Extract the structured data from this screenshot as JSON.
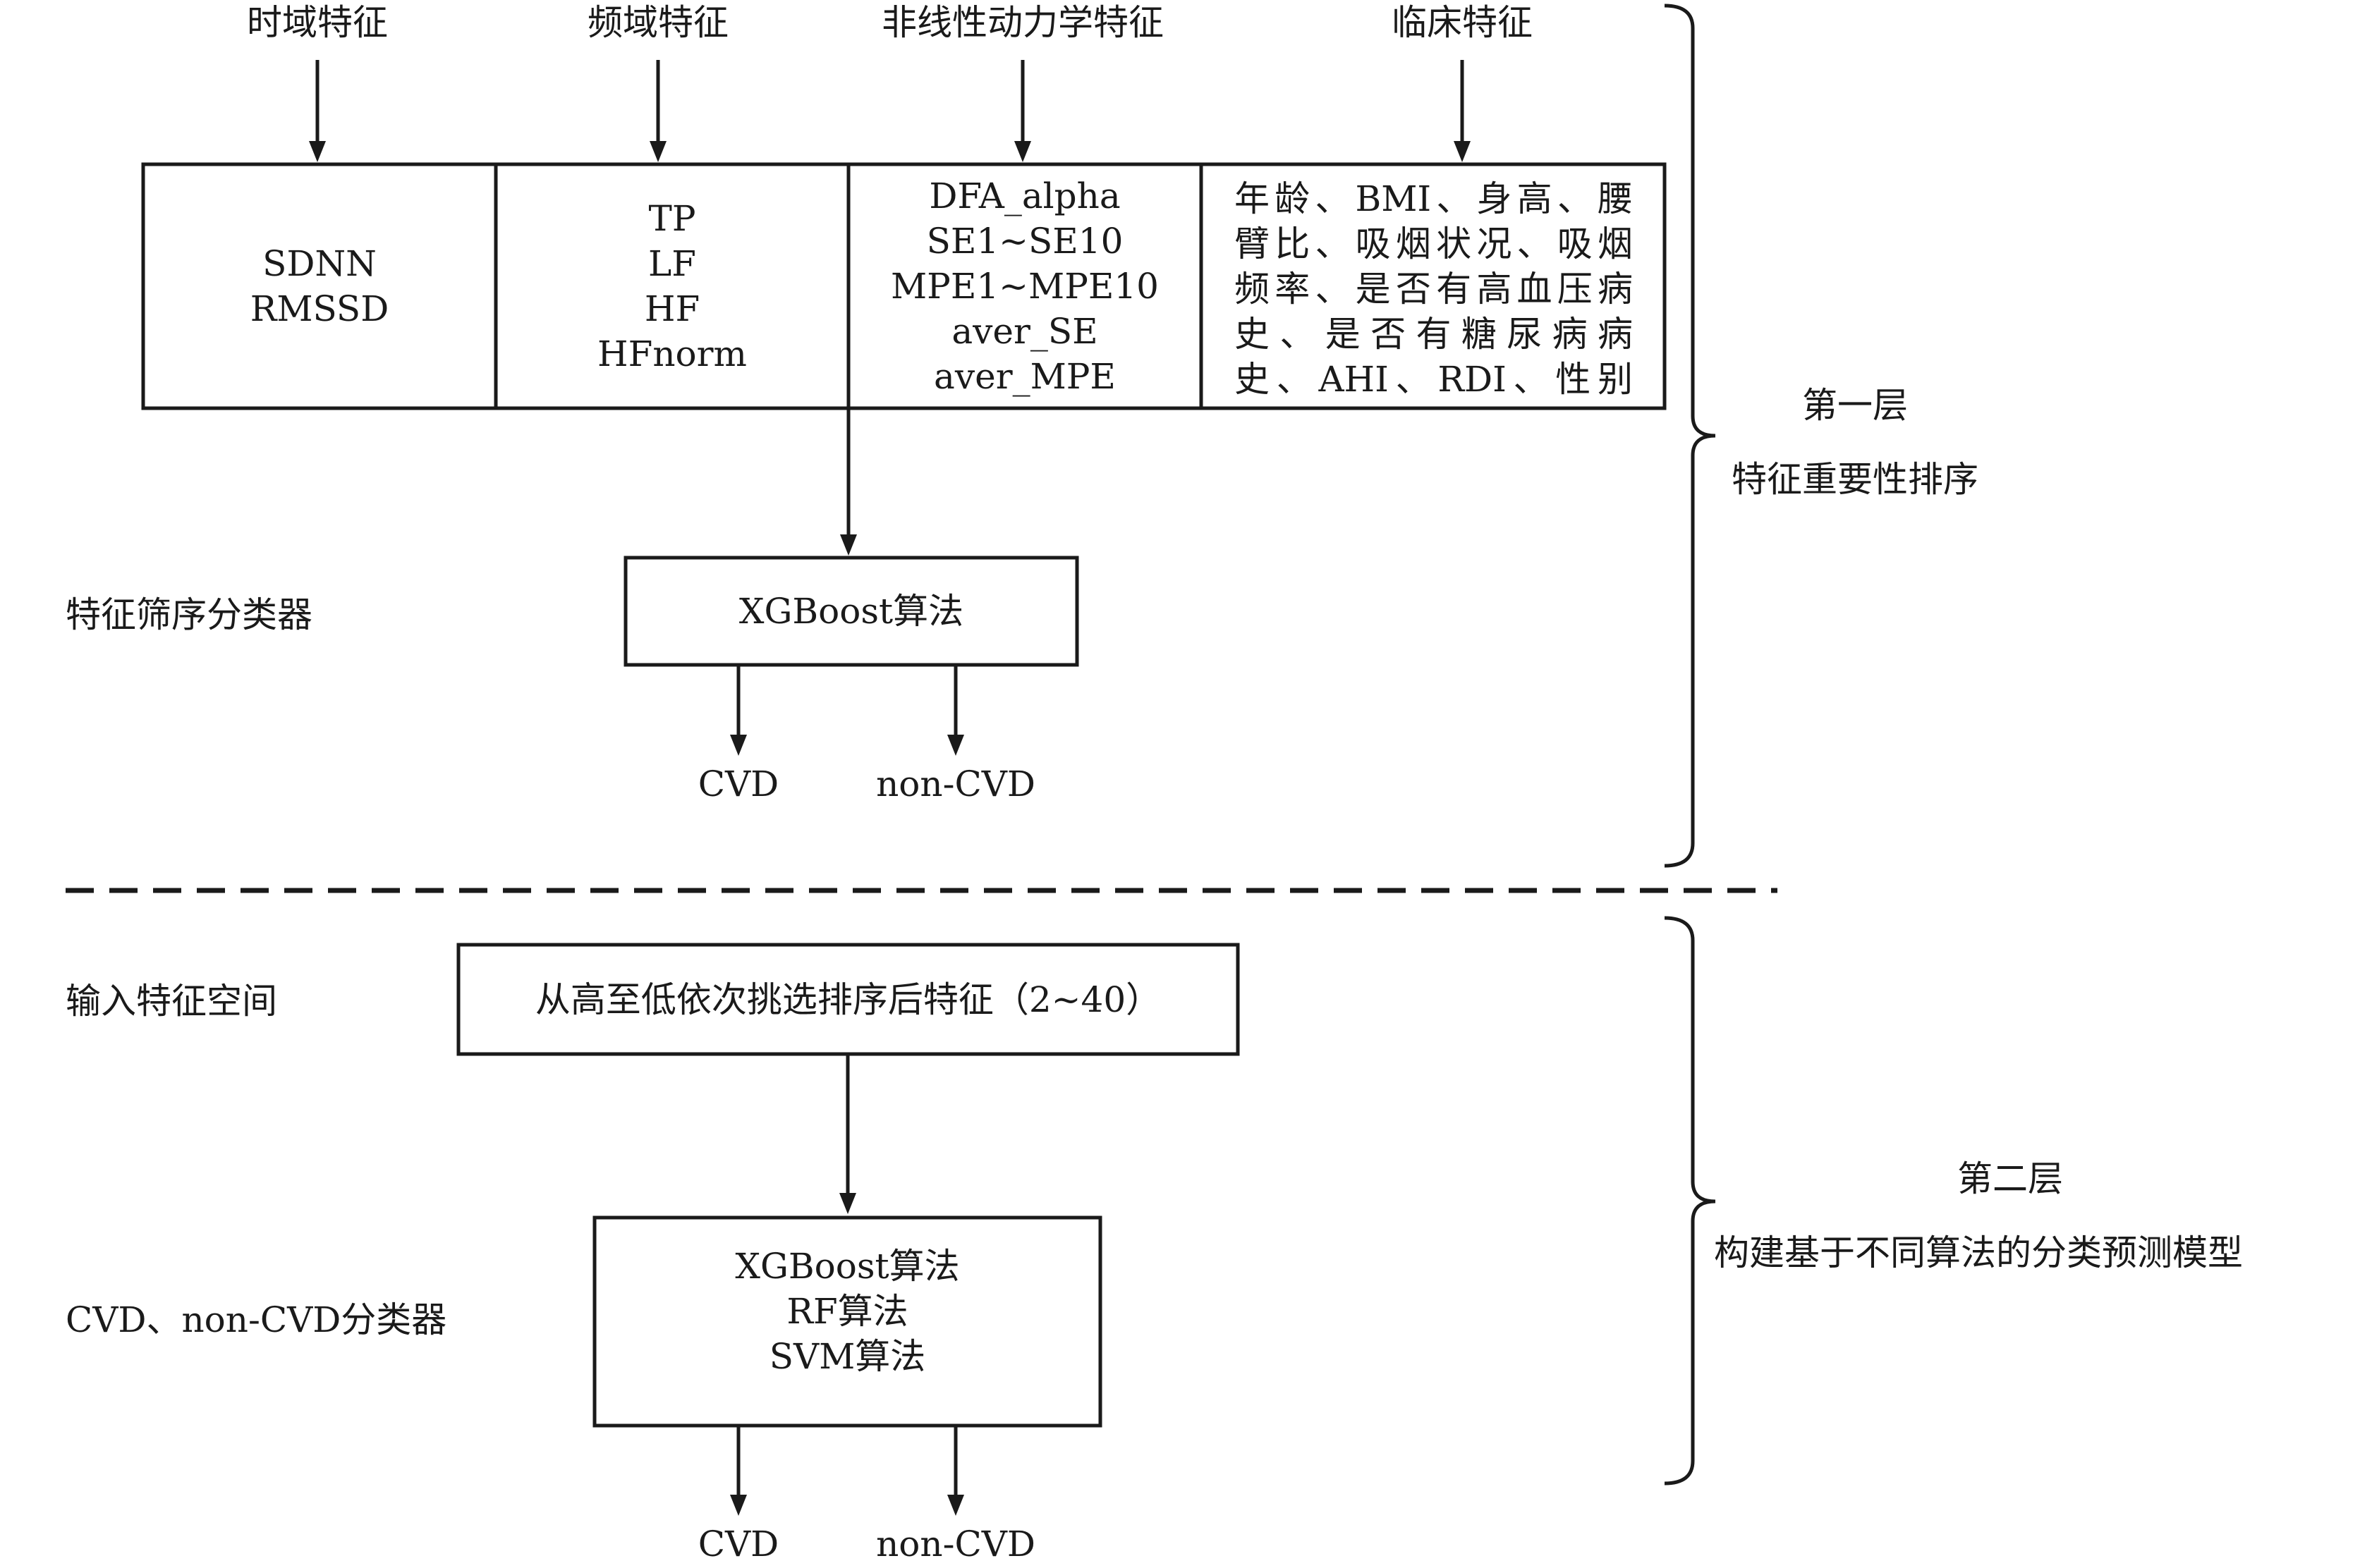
{
  "layer1": {
    "categories": [
      "时域特征",
      "频域特征",
      "非线性动力学特征",
      "临床特征"
    ],
    "cells": {
      "time": [
        "SDNN",
        "RMSSD"
      ],
      "freq": [
        "TP",
        "LF",
        "HF",
        "HFnorm"
      ],
      "nonlinear": [
        "DFA_alpha",
        "SE1~SE10",
        "MPE1~MPE10",
        "aver_SE",
        "aver_MPE"
      ],
      "clinical": [
        "年龄、BMI、身高、腰",
        "臂比、吸烟状况、吸烟",
        "频率、是否有高血压病",
        "史、是否有糖尿病病",
        "史、AHI、RDI、性别"
      ]
    },
    "side_label": "特征筛序分类器",
    "algo_box": "XGBoost算法",
    "outputs": [
      "CVD",
      "non-CVD"
    ],
    "brace_title": "第一层",
    "brace_subtitle": "特征重要性排序"
  },
  "layer2": {
    "input_label": "输入特征空间",
    "input_box": "从高至低依次挑选排序后特征（2~40）",
    "classifier_label": "CVD、non-CVD分类器",
    "algos": [
      "XGBoost算法",
      "RF算法",
      "SVM算法"
    ],
    "outputs": [
      "CVD",
      "non-CVD"
    ],
    "brace_title": "第二层",
    "brace_subtitle": "构建基于不同算法的分类预测模型"
  }
}
